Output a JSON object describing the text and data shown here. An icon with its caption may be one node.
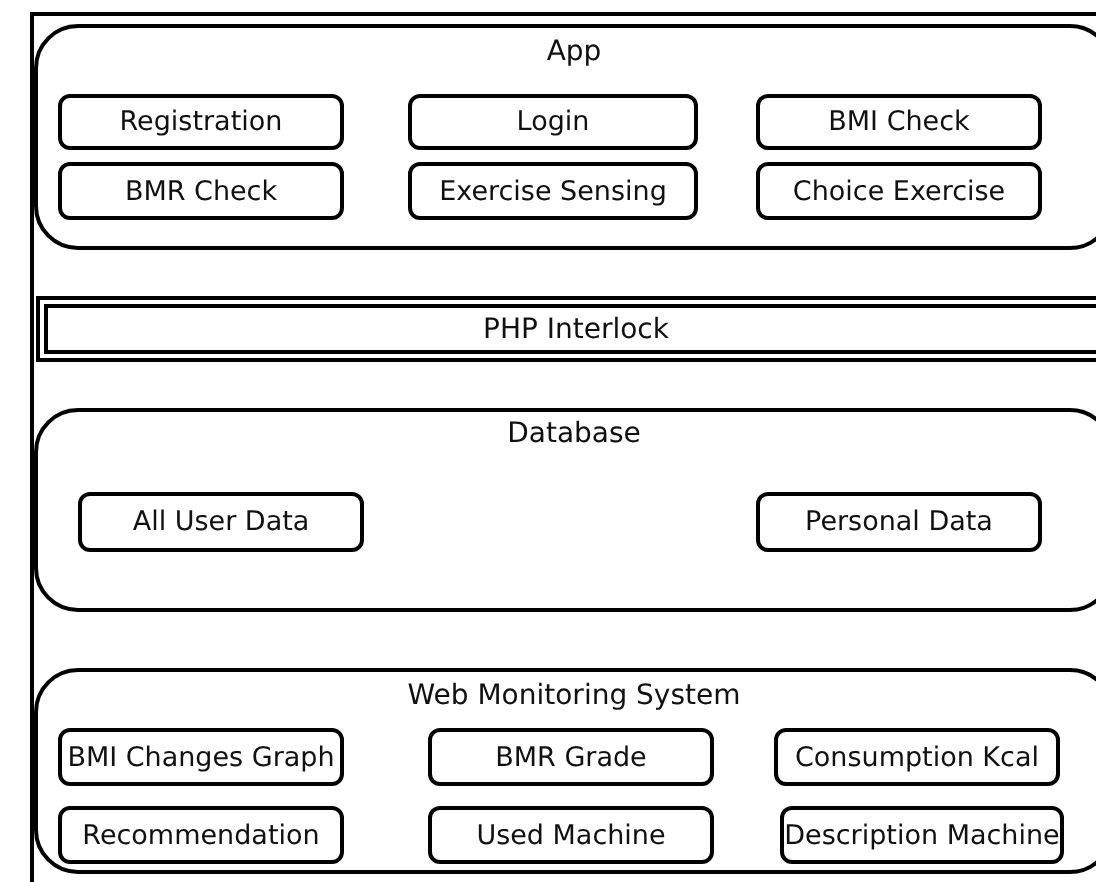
{
  "diagram": {
    "nodes": [
      {
        "text": [
          "App"
        ]
      },
      {
        "text": [
          "Registration"
        ],
        "in": 0
      },
      {
        "text": [
          "Login"
        ],
        "in": 0
      },
      {
        "text": [
          "BMI Check"
        ],
        "in": 0
      },
      {
        "text": [
          "BMR Check"
        ],
        "in": 0
      },
      {
        "text": [
          "Exercise Sensing"
        ],
        "in": 0
      },
      {
        "text": [
          "Choice Exercise"
        ],
        "in": 0
      },
      {
        "text": [
          "PHP Interlock"
        ]
      },
      {
        "text": [
          "Database"
        ]
      },
      {
        "text": [
          "All User Data"
        ],
        "in": 8
      },
      {
        "text": [
          "Personal Data"
        ],
        "in": 8
      },
      {
        "text": [
          "Web Monitoring System"
        ]
      },
      {
        "text": [
          "BMI Changes Graph"
        ],
        "in": 11
      },
      {
        "text": [
          "BMR Grade"
        ],
        "in": 11
      },
      {
        "text": [
          "Consumption Kcal"
        ],
        "in": 11
      },
      {
        "text": [
          "Recommendation"
        ],
        "in": 11
      },
      {
        "text": [
          "Used Machine"
        ],
        "in": 11
      },
      {
        "text": [
          "Description Machine"
        ],
        "in": 11
      }
    ]
  }
}
